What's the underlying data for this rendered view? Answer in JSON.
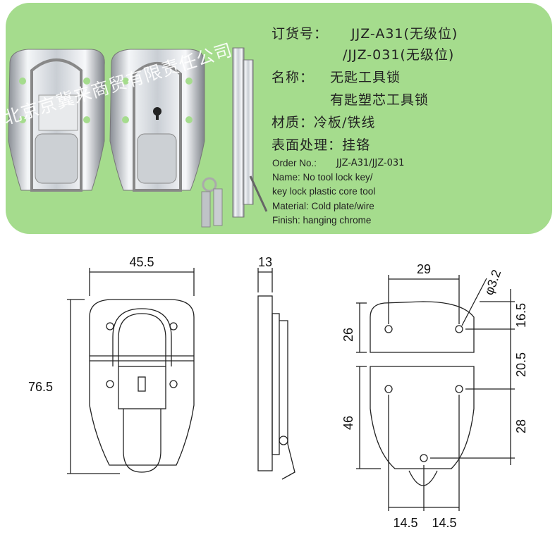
{
  "spec_zh": {
    "order_label": "订货号：",
    "order_line1": "JJZ-A31(无级位)",
    "order_line2": "/JJZ-031(无级位)",
    "name_label": "名称：",
    "name_line1": "无匙工具锁",
    "name_line2": "有匙塑芯工具锁",
    "material": "材质：冷板/铁线",
    "finish": "表面处理：挂铬"
  },
  "spec_en": {
    "order_label": "Order No.:",
    "order_value": "JJZ-A31/JJZ-031",
    "name_line1": "Name: No tool lock key/",
    "name_line2": "key lock plastic core tool",
    "material": "Material: Cold plate/wire",
    "finish": "Finish: hanging chrome"
  },
  "watermark": "北京京冀来商贸有限责任公司",
  "dimensions": {
    "front_width": "45.5",
    "front_height": "76.5",
    "side_depth": "13",
    "hole_spacing": "29",
    "hole_diameter": "φ3.2",
    "top_plate_height": "26",
    "top_offset": "16.5",
    "gap": "20.5",
    "bottom_plate_height": "46",
    "bottom_hole_offset": "28",
    "left_half": "14.5",
    "right_half": "14.5"
  },
  "colors": {
    "panel": "#a5dc8d"
  }
}
